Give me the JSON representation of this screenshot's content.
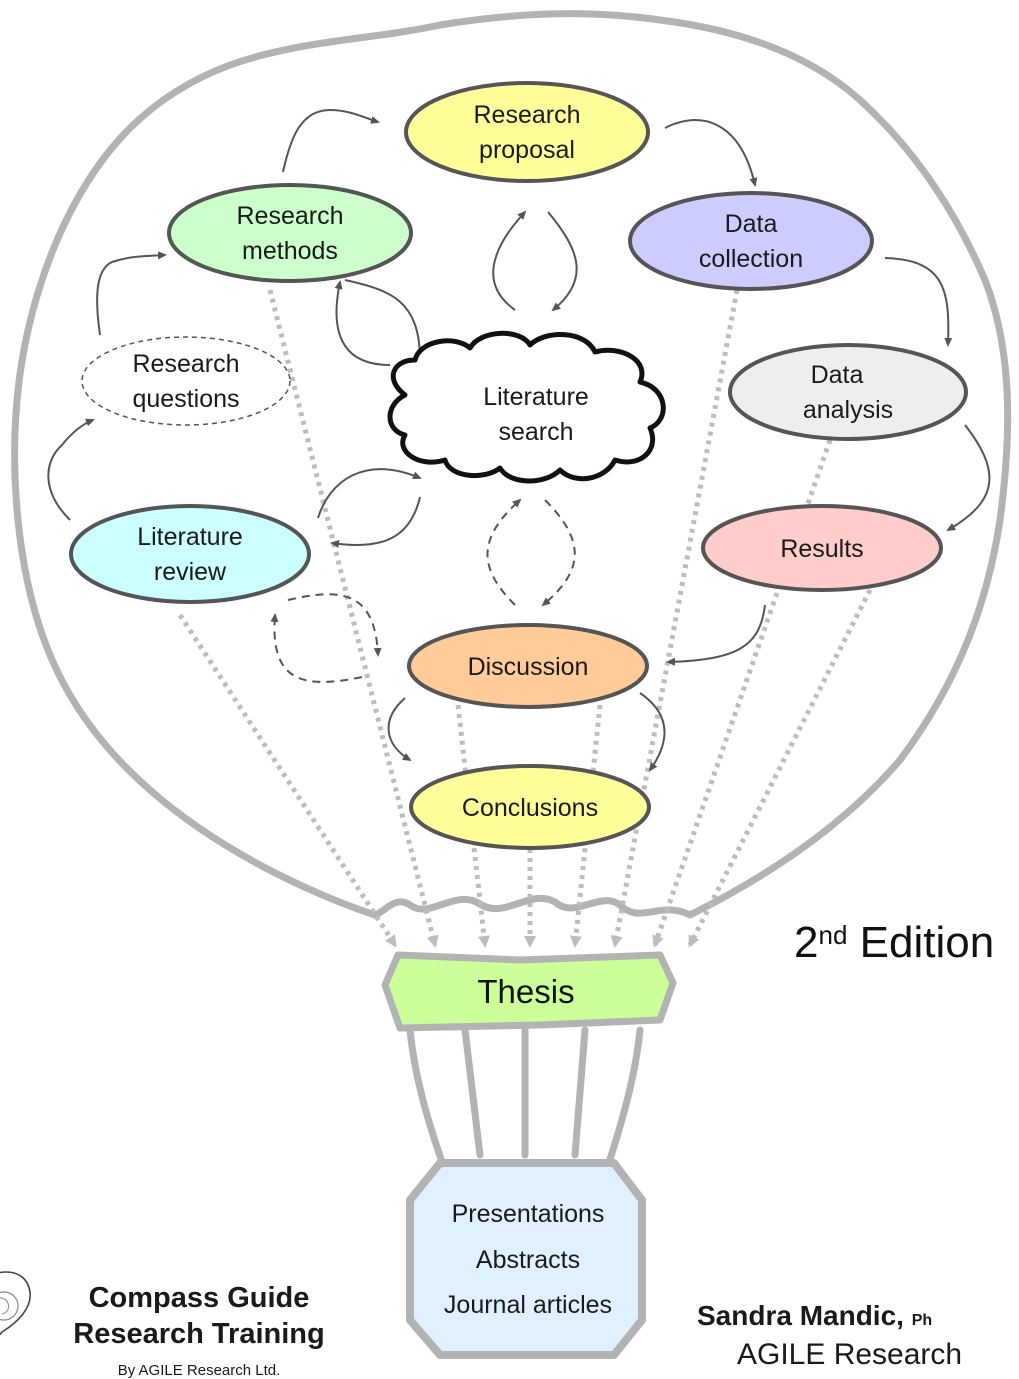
{
  "nodes": {
    "research_proposal": [
      "Research",
      "proposal"
    ],
    "research_methods": [
      "Research",
      "methods"
    ],
    "data_collection": [
      "Data",
      "collection"
    ],
    "research_questions": [
      "Research",
      "questions"
    ],
    "literature_search": [
      "Literature",
      "search"
    ],
    "data_analysis": [
      "Data",
      "analysis"
    ],
    "literature_review": [
      "Literature",
      "review"
    ],
    "results": [
      "Results"
    ],
    "discussion": [
      "Discussion"
    ],
    "conclusions": [
      "Conclusions"
    ]
  },
  "thesis": "Thesis",
  "outputs": [
    "Presentations",
    "Abstracts",
    "Journal articles"
  ],
  "edition": {
    "number": "2",
    "suffix": "nd",
    "word": " Edition"
  },
  "brand": {
    "line1": "Compass Guide",
    "line2": "Research Training",
    "byline": "By AGILE Research Ltd."
  },
  "author": {
    "name": "Sandra Mandic, ",
    "degree": "Ph",
    "org": "AGILE Research"
  },
  "colors": {
    "research_proposal": "#ffff99",
    "research_methods": "#ccffcc",
    "data_collection": "#ccccff",
    "research_questions": "#ffffff",
    "data_analysis": "#eeeeee",
    "literature_review": "#ccffff",
    "results": "#ffcccc",
    "discussion": "#ffcc99",
    "conclusions": "#ffff99",
    "thesis": "#ccff99",
    "outputs_box": "#e0f0ff",
    "balloon": "#b3b3b3",
    "arrow": "#555555"
  }
}
